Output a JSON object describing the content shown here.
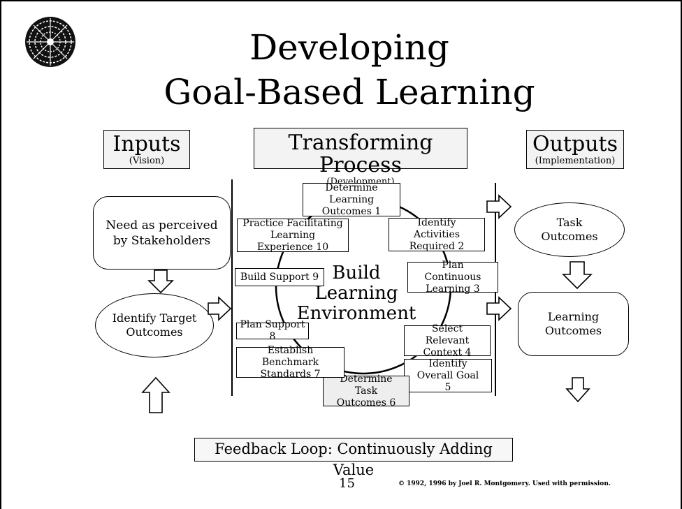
{
  "title": {
    "line1": "Developing",
    "line2": "Goal-Based Learning"
  },
  "headers": {
    "inputs": {
      "label": "Inputs",
      "sub": "(Vision)"
    },
    "process": {
      "label": "Transforming Process",
      "sub": "(Development)"
    },
    "outputs": {
      "label": "Outputs",
      "sub": "(Implementation)"
    }
  },
  "inputs": {
    "need": "Need as perceived by Stakeholders",
    "identify": "Identify Target Outcomes"
  },
  "center": {
    "line1": "Build",
    "line2": "Learning",
    "line3": "Environment"
  },
  "steps": {
    "s1": "Determine Learning Outcomes  1",
    "s2": "Identify Activities Required  2",
    "s3": "Plan Continuous Learning  3",
    "s4": "Select Relevant Context  4",
    "s5": "Identify Overall Goal  5",
    "s6": "Determine Task Outcomes  6",
    "s7": "Establish Benchmark Standards  7",
    "s8": "Plan Support  8",
    "s9": "Build Support  9",
    "s10": "Practice Facilitating Learning Experience  10"
  },
  "outputs": {
    "task": "Task Outcomes",
    "learning": "Learning Outcomes"
  },
  "feedback": "Feedback Loop:  Continuously Adding Value",
  "footer": {
    "page": "15",
    "copyright": "© 1992, 1996 by Joel R. Montgomery. Used with permission."
  }
}
